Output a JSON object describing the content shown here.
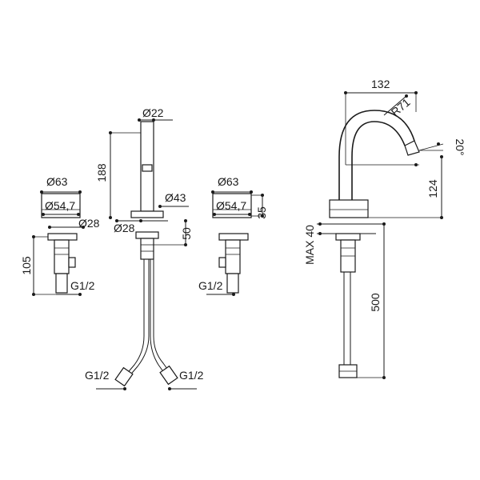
{
  "dimensions": {
    "left_valve": {
      "outer_diameter": "Ø63",
      "inner_diameter": "Ø54,7",
      "shank_diameter": "Ø28",
      "height": "105",
      "thread": "G1/2"
    },
    "spout": {
      "top_diameter": "Ø22",
      "height": "188",
      "base_diameter": "Ø43",
      "shank_diameter": "Ø28",
      "shank_length": "50",
      "hose_thread_left": "G1/2",
      "hose_thread_right": "G1/2"
    },
    "right_valve": {
      "outer_diameter": "Ø63",
      "inner_diameter": "Ø54,7",
      "cap_height": "35",
      "thread": "G1/2"
    },
    "side_view": {
      "reach": "132",
      "radius": "R71",
      "angle": "20°",
      "outlet_height": "124",
      "max_deck": "MAX 40",
      "hose_length": "500"
    }
  }
}
